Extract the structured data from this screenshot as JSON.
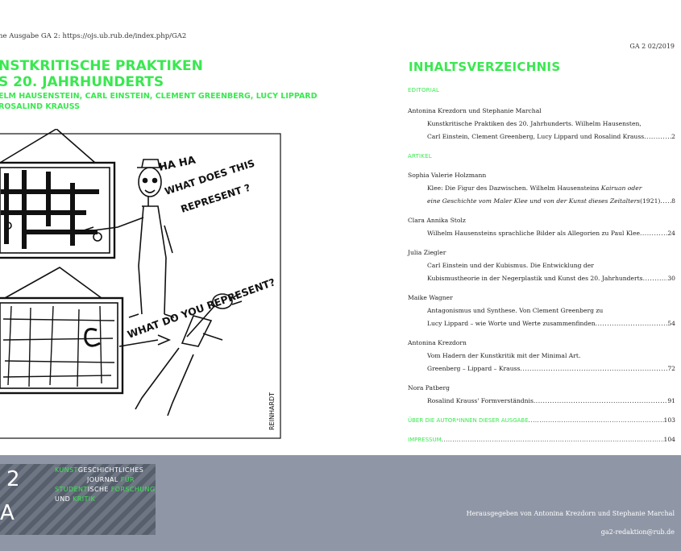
{
  "header": {
    "link": "he Ausgabe GA 2: https://ojs.ub.rub.de/index.php/GA2",
    "issue": "GA 2 02/2019"
  },
  "left": {
    "title_line1": "NSTKRITISCHE PRAKTIKEN",
    "title_line2": "S 20. JAHRHUNDERTS",
    "sub_line1": "ELM HAUSENSTEIN, CARL EINSTEIN, CLEMENT GREENBERG, LUCY LIPPARD",
    "sub_line2": "ROSALIND KRAUSS",
    "cartoon": {
      "speech1_line1": "HA HA",
      "speech1_line2": "WHAT DOES THIS",
      "speech1_line3": "REPRESENT ?",
      "speech2": "WHAT DO YOU REPRESENT?",
      "signature": "REINHARDT"
    }
  },
  "toc": {
    "title": "INHALTSVERZEICHNIS",
    "editorial_label": "EDITORIAL",
    "artikel_label": "ARTIKEL",
    "entries": [
      {
        "author": "Antonina Krezdorn und Stephanie Marchal",
        "line1": "Kunstkritische Praktiken des 20. Jahrhunderts. Wilhelm Hausensten,",
        "last": "Carl Einstein, Clement Greenberg, Lucy Lippard und Rosalind Krauss",
        "page": "2"
      },
      {
        "author": "Sophia Valerie Holzmann",
        "line1_a": "Klee: Die Figur des Dazwischen. Wilhelm Hausensteins ",
        "line1_b": "Kairuan oder",
        "last_a": "eine Geschichte vom Maler Klee und von der Kunst dieses Zeitalters",
        "last_b": " (1921)",
        "page": "8"
      },
      {
        "author": "Clara Annika Stolz",
        "last": "Wilhelm Hausensteins sprachliche Bilder als Allegorien zu Paul Klee",
        "page": "24"
      },
      {
        "author": "Julia Ziegler",
        "line1": "Carl Einstein und der Kubismus. Die Entwicklung der",
        "last": "Kubismustheorie in der Negerplastik und Kunst des 20. Jahrhunderts",
        "page": "30"
      },
      {
        "author": "Maike Wagner",
        "line1": "Antagonismus und Synthese. Von Clement Greenberg zu",
        "last": "Lucy Lippard – wie Worte und Werte zusammenfinden",
        "page": "54"
      },
      {
        "author": "Antonina Krezdorn",
        "line1": "Vom Hadern der Kunstkritik mit der Minimal Art.",
        "last": "Greenberg – Lippard – Krauss",
        "page": "72"
      },
      {
        "author": "Nora Patberg",
        "last": "Rosalind Krauss' Formverständnis",
        "page": "91"
      }
    ],
    "autoren_label": "ÜBER DIE AUTOR*INNEN DIESER AUSGABE",
    "autoren_page": "103",
    "impressum_label": "IMPRESSUM",
    "impressum_page": "104"
  },
  "footer": {
    "logo_number": "2",
    "logo_ga": "A",
    "logo_l1_green": "KUNST",
    "logo_l1_white": "GESCHICHTLICHES",
    "logo_l2_white": "JOURNAL ",
    "logo_l2_green": "FÜR",
    "logo_l3_green": "STUDENT",
    "logo_l3_white": "ISCHE ",
    "logo_l3_green2": "FORSCHUNG",
    "logo_l4_white": "UND ",
    "logo_l4_green": "KRITIK",
    "publisher": "Herausgegeben von Antonina Krezdorn  und Stephanie Marchal",
    "email": "ga2-redaktion@rub.de"
  },
  "colors": {
    "accent": "#39e84f",
    "footer": "#8f96a5"
  }
}
